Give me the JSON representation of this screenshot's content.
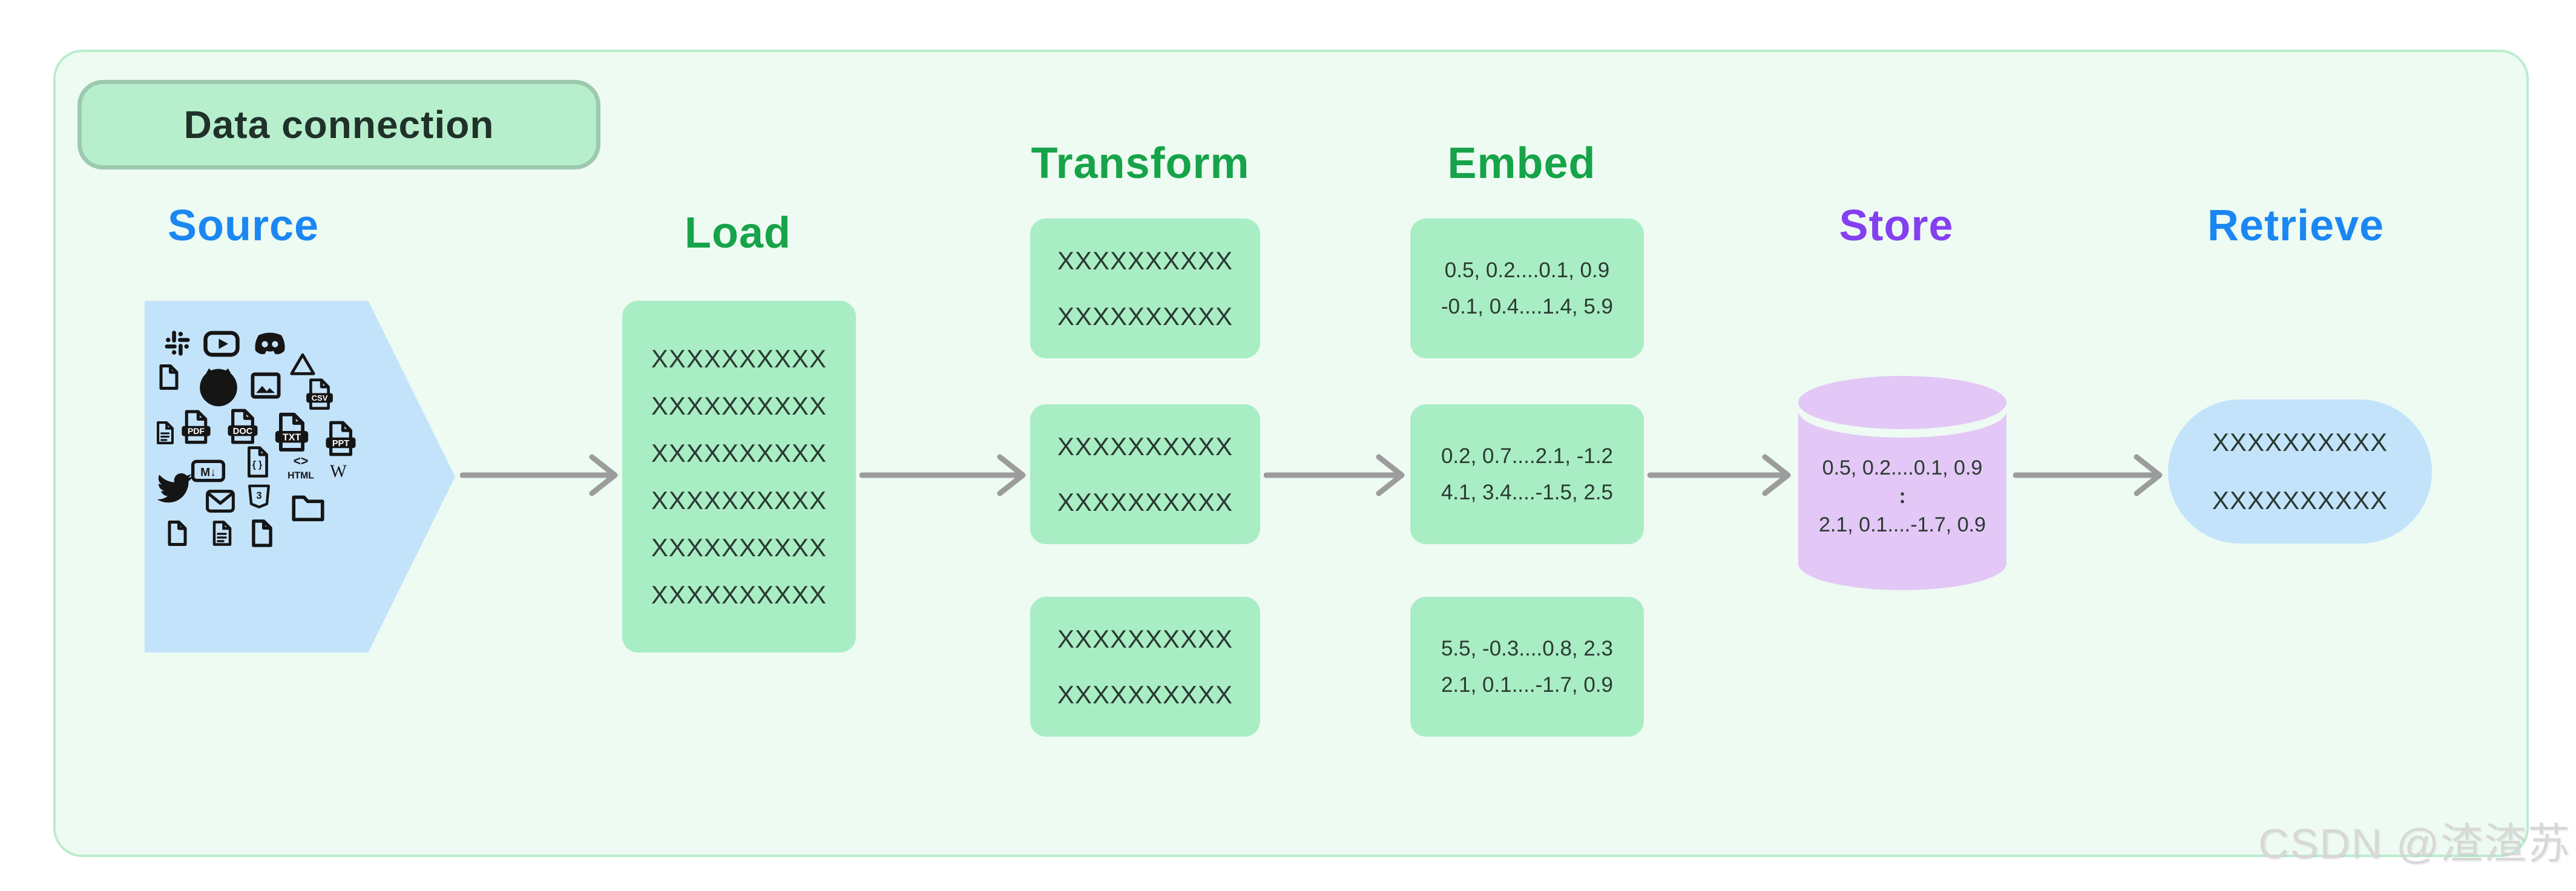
{
  "header": {
    "badge": "Data connection"
  },
  "stages": {
    "source": {
      "title": "Source"
    },
    "load": {
      "title": "Load",
      "lines": [
        "XXXXXXXXXX",
        "XXXXXXXXXX",
        "XXXXXXXXXX",
        "XXXXXXXXXX",
        "XXXXXXXXXX",
        "XXXXXXXXXX"
      ]
    },
    "transform": {
      "title": "Transform",
      "boxes": [
        {
          "lines": [
            "XXXXXXXXXX",
            "XXXXXXXXXX"
          ]
        },
        {
          "lines": [
            "XXXXXXXXXX",
            "XXXXXXXXXX"
          ]
        },
        {
          "lines": [
            "XXXXXXXXXX",
            "XXXXXXXXXX"
          ]
        }
      ]
    },
    "embed": {
      "title": "Embed",
      "boxes": [
        {
          "lines": [
            "0.5, 0.2....0.1, 0.9",
            "-0.1, 0.4....1.4, 5.9"
          ]
        },
        {
          "lines": [
            "0.2, 0.7....2.1, -1.2",
            "4.1, 3.4....-1.5, 2.5"
          ]
        },
        {
          "lines": [
            "5.5, -0.3....0.8, 2.3",
            "2.1, 0.1....-1.7, 0.9"
          ]
        }
      ]
    },
    "store": {
      "title": "Store",
      "lines": [
        "0.5, 0.2....0.1, 0.9",
        ":",
        "2.1, 0.1....-1.7, 0.9"
      ]
    },
    "retrieve": {
      "title": "Retrieve",
      "lines": [
        "XXXXXXXXXX",
        "XXXXXXXXXX"
      ]
    }
  },
  "source_icons": [
    {
      "name": "slack"
    },
    {
      "name": "youtube"
    },
    {
      "name": "discord"
    },
    {
      "name": "file"
    },
    {
      "name": "github"
    },
    {
      "name": "image"
    },
    {
      "name": "google-drive"
    },
    {
      "name": "csv",
      "label": "CSV"
    },
    {
      "name": "document"
    },
    {
      "name": "pdf",
      "label": "PDF"
    },
    {
      "name": "doc",
      "label": "DOC"
    },
    {
      "name": "txt",
      "label": "TXT"
    },
    {
      "name": "ppt",
      "label": "PPT"
    },
    {
      "name": "markdown",
      "label": "M↓"
    },
    {
      "name": "code-file",
      "label": "{ }"
    },
    {
      "name": "html",
      "glyph": "<>",
      "label": "HTML"
    },
    {
      "name": "wikipedia",
      "label": "W"
    },
    {
      "name": "twitter"
    },
    {
      "name": "email"
    },
    {
      "name": "css3",
      "label": "3"
    },
    {
      "name": "folder"
    },
    {
      "name": "file"
    },
    {
      "name": "document"
    },
    {
      "name": "file"
    }
  ],
  "watermark": "CSDN @渣渣苏",
  "colors": {
    "container_bg": "#edfbf2",
    "container_border": "#bceccd",
    "badge_bg": "#b7efcd",
    "badge_border": "#9dc9ae",
    "green_title": "#17a349",
    "blue_title": "#1b87f2",
    "purple_title": "#8440f0",
    "box_green": "#a9edc4",
    "shape_blue": "#c3e3fb",
    "cylinder_purple": "#e3c7f6",
    "arrow_gray": "#9c9c9c",
    "text_dark": "#2a3a32",
    "watermark_gray": "#d8d8d8"
  }
}
